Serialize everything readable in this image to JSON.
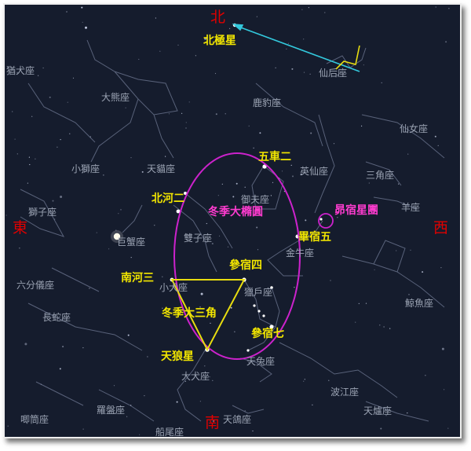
{
  "directions": {
    "north": "北",
    "south": "南",
    "east": "東",
    "west": "西"
  },
  "bright_stars": {
    "polaris": "北極星",
    "capella": "五車二",
    "pollux": "北河二",
    "procyon": "南河三",
    "betelgeuse": "參宿四",
    "rigel": "參宿七",
    "sirius": "天狼星",
    "aldebaran": "畢宿五"
  },
  "asterisms": {
    "winter_hexagon": "冬季大橢圓",
    "winter_triangle": "冬季大三角",
    "pleiades": "昴宿星團"
  },
  "constellations": {
    "lynx": "猶犬座",
    "ursa_major": "大熊座",
    "cepheus": "仙后座",
    "camelopardalis": "鹿豹座",
    "andromeda": "仙女座",
    "leo_minor": "小獅座",
    "lynx2": "天貓座",
    "perseus": "英仙座",
    "triangulum": "三角座",
    "auriga": "御夫座",
    "aries": "羊座",
    "leo": "獅子座",
    "cancer": "巨蟹座",
    "gemini": "雙子座",
    "taurus": "金牛座",
    "sextans": "六分儀座",
    "canis_minor": "小犬座",
    "orion": "獵戶座",
    "cetus": "鯨魚座",
    "hydra": "長蛇座",
    "lepus": "天兔座",
    "canis_major": "大犬座",
    "eridanus": "波江座",
    "antlia": "唧筒座",
    "pyxis": "羅盤座",
    "columba": "天鴿座",
    "fornax": "天爐座",
    "puppis": "船尾座"
  },
  "colors": {
    "background": "#151c2d",
    "bright_star_label": "#f2e600",
    "asterism_label": "#ff3cd0",
    "ellipse": "#cc22cc",
    "triangle": "#e8dd10",
    "polaris_pointer": "#33c8dc",
    "direction": "#e00000",
    "constellation_label": "#9ba3b3",
    "constellation_line": "#59627a"
  }
}
